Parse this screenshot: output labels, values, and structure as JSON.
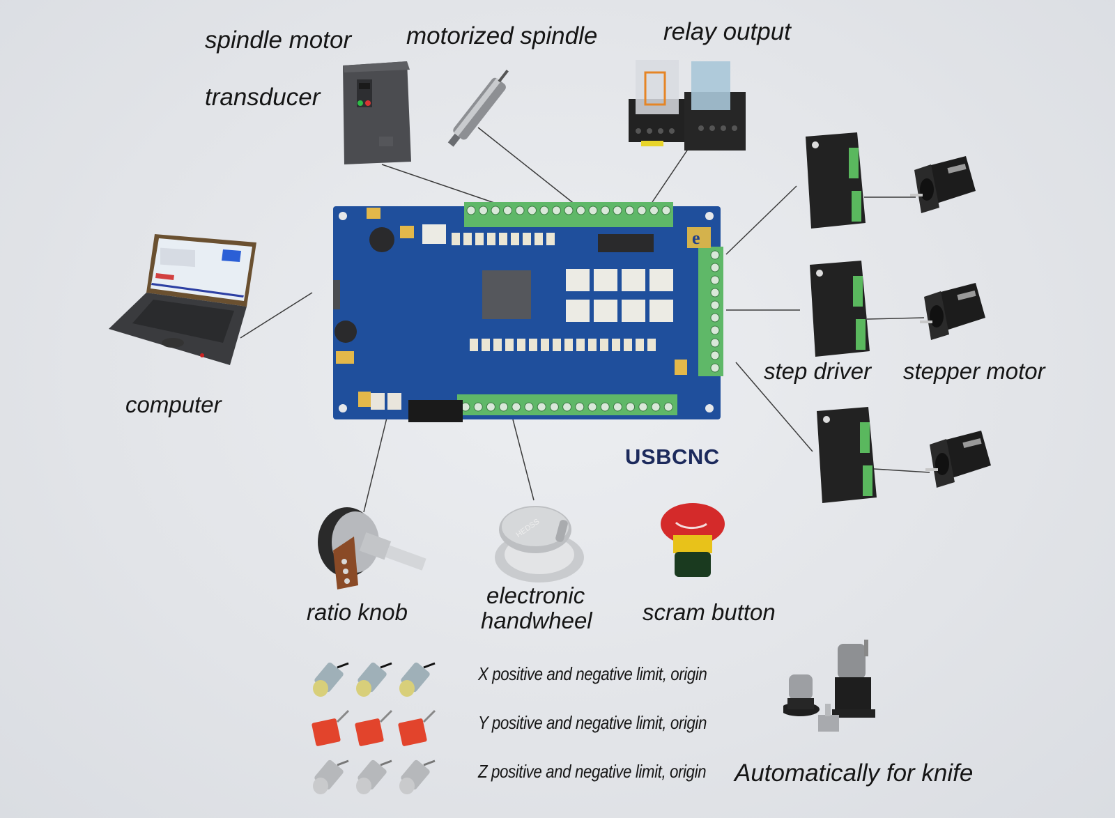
{
  "diagram": {
    "title": "USBCNC",
    "center_device": "USBCNC controller board",
    "labels": {
      "spindle_motor": "spindle motor",
      "transducer": "transducer",
      "motorized_spindle": "motorized spindle",
      "relay_output": "relay output",
      "computer": "computer",
      "step_driver": "step driver",
      "stepper_motor": "stepper motor",
      "ratio_knob": "ratio knob",
      "electronic_handwheel_line1": "electronic",
      "electronic_handwheel_line2": "handwheel",
      "scram_button": "scram button",
      "automatic_tool": "Automatically for knife"
    },
    "limit_switches": [
      {
        "axis": "X",
        "label": "X positive and negative limit, origin",
        "sensor_color": "#d8cf7a"
      },
      {
        "axis": "Y",
        "label": "Y positive and negative limit, origin",
        "sensor_color": "#e2442c"
      },
      {
        "axis": "Z",
        "label": "Z positive and negative limit, origin",
        "sensor_color": "#c9cacc"
      }
    ],
    "colors": {
      "board": "#1f4f9c",
      "terminal": "#5fb868",
      "brand_text": "#1c2a5c",
      "estop_red": "#d42a2a",
      "estop_yellow": "#e8c21a"
    },
    "board_logo": "e"
  }
}
